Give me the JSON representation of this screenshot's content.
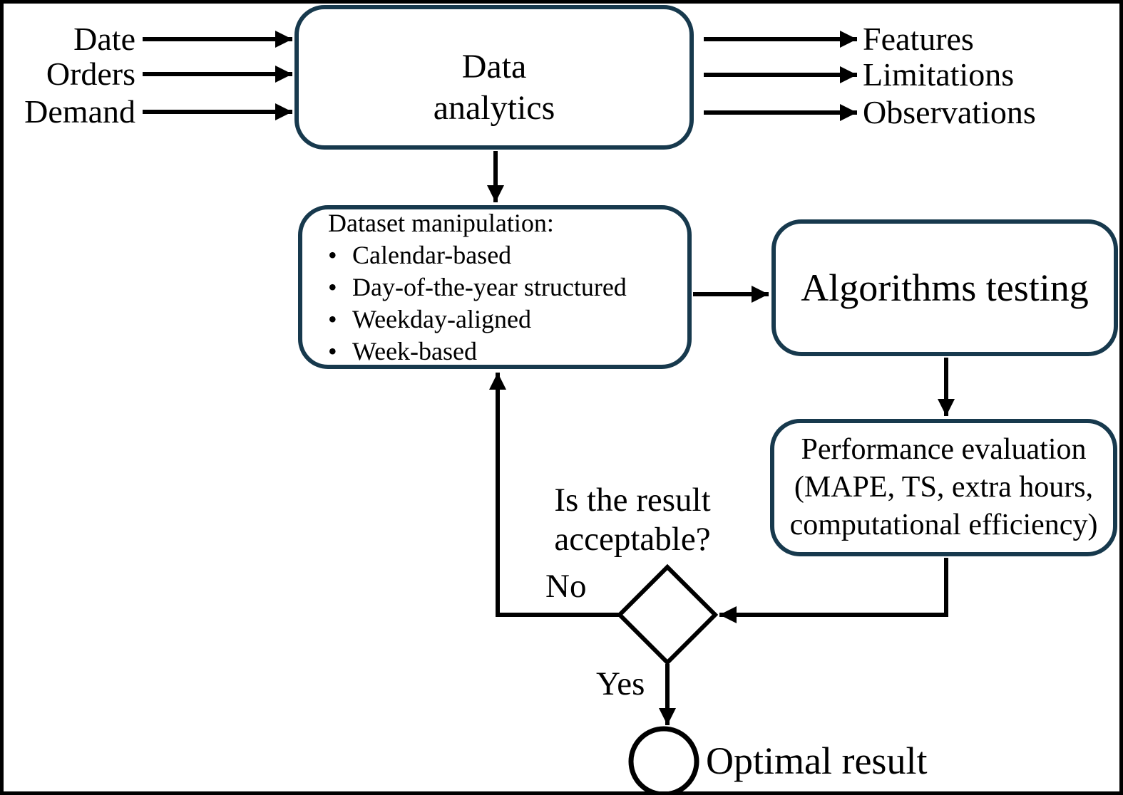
{
  "diagram": {
    "title_hint": "Forecasting methodology flowchart",
    "colors": {
      "box_border": "#17394d",
      "connector": "#000000",
      "background": "#ffffff",
      "text": "#000000"
    },
    "inputs": [
      {
        "label": "Date"
      },
      {
        "label": "Orders"
      },
      {
        "label": "Demand"
      }
    ],
    "outputs": [
      {
        "label": "Features"
      },
      {
        "label": "Limitations"
      },
      {
        "label": "Observations"
      }
    ],
    "nodes": {
      "data_analytics": {
        "line1": "Data",
        "line2": "analytics"
      },
      "dataset_manipulation": {
        "title": "Dataset manipulation:",
        "bullet_char": "•",
        "bullets": [
          "Calendar-based",
          "Day-of-the-year structured",
          "Weekday-aligned",
          "Week-based"
        ]
      },
      "algorithms_testing": {
        "label": "Algorithms testing"
      },
      "performance_evaluation": {
        "lines": [
          "Performance evaluation",
          "(MAPE, TS, extra hours,",
          "computational efficiency)"
        ]
      },
      "decision": {
        "question": "Is the result acceptable?",
        "no_label": "No",
        "yes_label": "Yes"
      },
      "optimal_result": {
        "label": "Optimal result"
      }
    }
  }
}
